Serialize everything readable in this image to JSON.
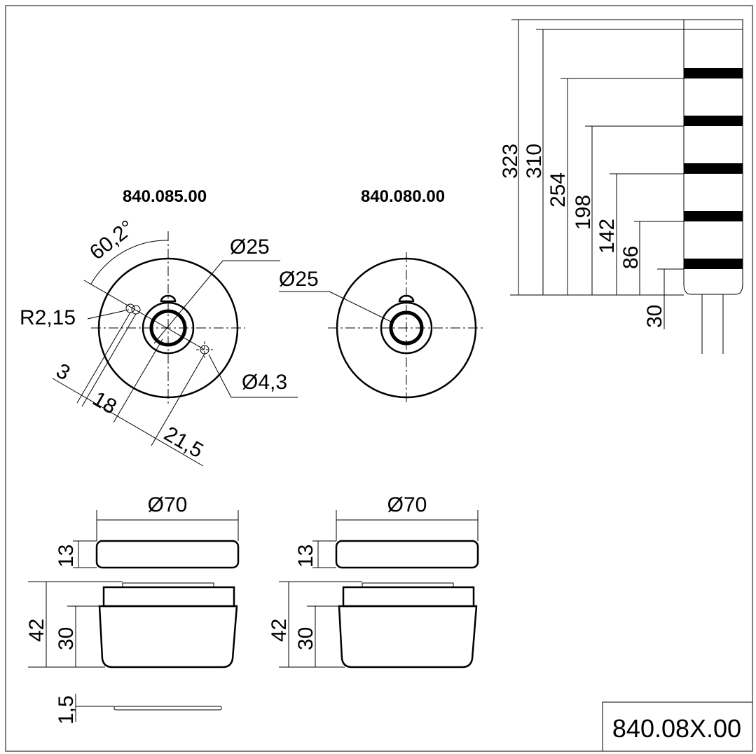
{
  "views": {
    "top_left_title": "840.085.00",
    "top_right_title": "840.080.00"
  },
  "top_left_dims": {
    "angle": "60,2°",
    "bore": "Ø25",
    "radius": "R2,15",
    "hole": "Ø4,3",
    "d3": "3",
    "d18": "18",
    "d21_5": "21,5"
  },
  "top_right_dims": {
    "bore": "Ø25"
  },
  "side_left": {
    "diameter": "Ø70",
    "cap_height": "13",
    "total_height": "42",
    "body_height": "30",
    "plate": "1,5"
  },
  "side_right": {
    "diameter": "Ø70",
    "cap_height": "13",
    "total_height": "42",
    "body_height": "30"
  },
  "tower_dims": [
    "323",
    "310",
    "254",
    "198",
    "142",
    "86",
    "30"
  ],
  "title_block": {
    "part_number": "840.08X.00"
  }
}
